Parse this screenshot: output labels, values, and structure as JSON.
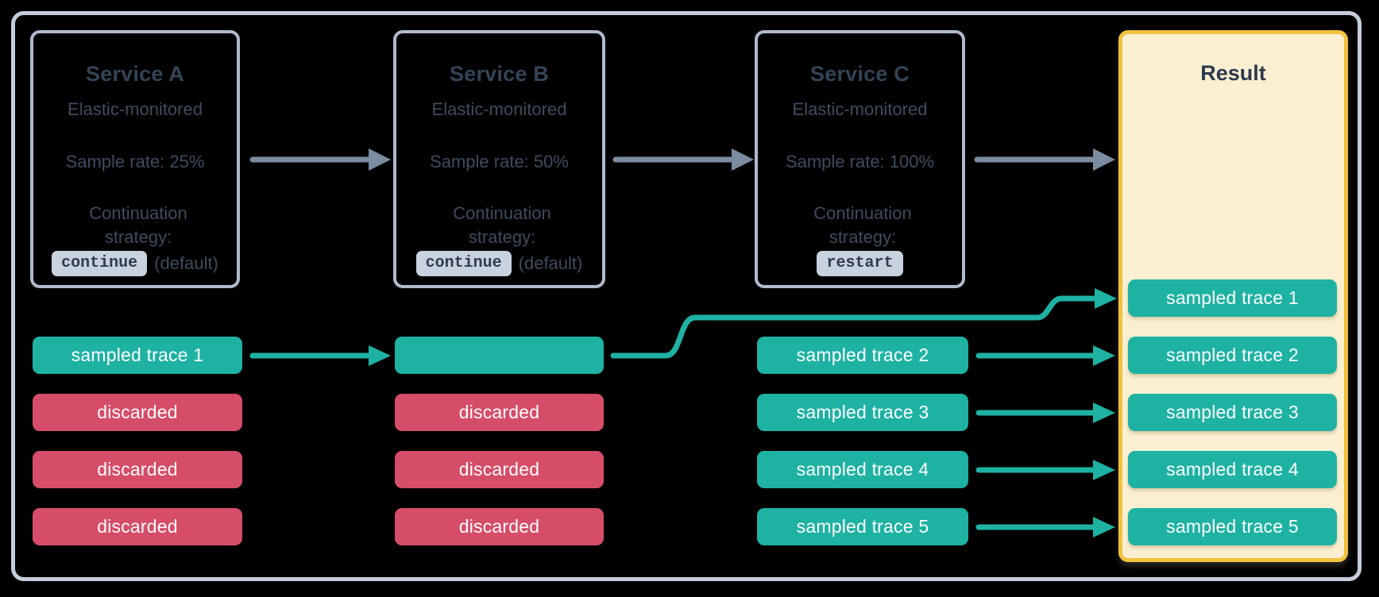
{
  "services": [
    {
      "title": "Service A",
      "monitoring": "Elastic-monitored",
      "sample_rate": "Sample rate: 25%",
      "strategy_label": "Continuation strategy:",
      "strategy_value": "continue",
      "strategy_note": "(default)"
    },
    {
      "title": "Service B",
      "monitoring": "Elastic-monitored",
      "sample_rate": "Sample rate: 50%",
      "strategy_label": "Continuation strategy:",
      "strategy_value": "continue",
      "strategy_note": "(default)"
    },
    {
      "title": "Service C",
      "monitoring": "Elastic-monitored",
      "sample_rate": "Sample rate: 100%",
      "strategy_label": "Continuation strategy:",
      "strategy_value": "restart",
      "strategy_note": ""
    }
  ],
  "lanes": {
    "service_a": [
      {
        "label": "sampled trace 1",
        "status": "sampled"
      },
      {
        "label": "discarded",
        "status": "discarded"
      },
      {
        "label": "discarded",
        "status": "discarded"
      },
      {
        "label": "discarded",
        "status": "discarded"
      }
    ],
    "service_b": [
      {
        "label": "",
        "status": "sampled"
      },
      {
        "label": "discarded",
        "status": "discarded"
      },
      {
        "label": "discarded",
        "status": "discarded"
      },
      {
        "label": "discarded",
        "status": "discarded"
      }
    ],
    "service_c": [
      {
        "label": "sampled trace 2",
        "status": "sampled"
      },
      {
        "label": "sampled trace 3",
        "status": "sampled"
      },
      {
        "label": "sampled trace 4",
        "status": "sampled"
      },
      {
        "label": "sampled trace 5",
        "status": "sampled"
      }
    ]
  },
  "result": {
    "title": "Result",
    "pills": [
      {
        "label": "sampled trace 1",
        "status": "sampled"
      },
      {
        "label": "sampled trace 2",
        "status": "sampled"
      },
      {
        "label": "sampled trace 3",
        "status": "sampled"
      },
      {
        "label": "sampled trace 4",
        "status": "sampled"
      },
      {
        "label": "sampled trace 5",
        "status": "sampled"
      }
    ]
  },
  "colors": {
    "sampled_teal": "#1EB2A3",
    "discarded_red": "#D64D69",
    "result_fill": "#FAF0D1",
    "result_border": "#F2C13D",
    "frame_border": "#C4CDD9",
    "service_border": "#AFBBCB",
    "title_text": "#344456",
    "body_text": "#3E4C5F",
    "chip_bg": "#C8D2DE",
    "chip_text": "#2F3C4C",
    "arrow_gray": "#7C8CA0",
    "pill_text": "#FFFFFF",
    "background": "#000000"
  }
}
